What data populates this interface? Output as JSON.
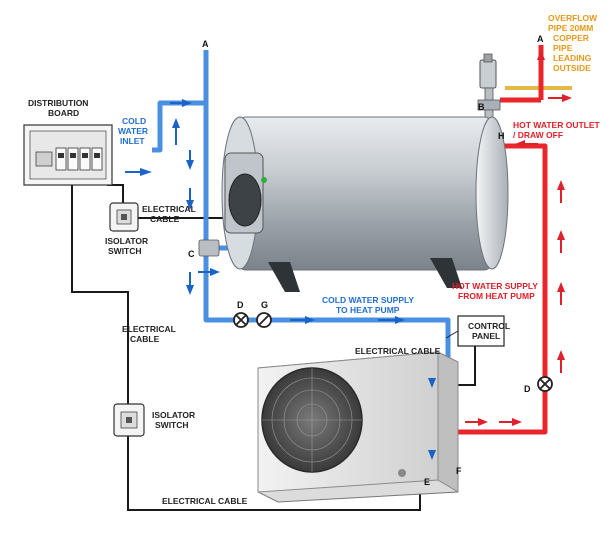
{
  "labels": {
    "distribution_board_1": "DISTRIBUTION",
    "distribution_board_2": "BOARD",
    "cold_water_inlet_1": "COLD",
    "cold_water_inlet_2": "WATER",
    "cold_water_inlet_3": "INLET",
    "electrical_cable_top_1": "ELECTRICAL",
    "electrical_cable_top_2": "CABLE",
    "isolator_switch_top_1": "ISOLATOR",
    "isolator_switch_top_2": "SWITCH",
    "electrical_cable_mid_1": "ELECTRICAL",
    "electrical_cable_mid_2": "CABLE",
    "isolator_switch_bottom_1": "ISOLATOR",
    "isolator_switch_bottom_2": "SWITCH",
    "electrical_cable_bottom": "ELECTRICAL CABLE",
    "electrical_cable_right": "ELECTRICAL CABLE",
    "cold_water_supply_1": "COLD WATER SUPPLY",
    "cold_water_supply_2": "TO HEAT PUMP",
    "control_panel_1": "CONTROL",
    "control_panel_2": "PANEL",
    "hot_water_supply_1": "HOT WATER SUPPLY",
    "hot_water_supply_2": "FROM HEAT PUMP",
    "hot_water_outlet_1": "HOT WATER OUTLET",
    "hot_water_outlet_2": "/ DRAW OFF",
    "overflow_1": "OVERFLOW",
    "overflow_2": "PIPE 20MM",
    "overflow_3": "COPPER",
    "overflow_4": "PIPE",
    "overflow_5": "LEADING",
    "overflow_6": "OUTSIDE"
  },
  "letters": {
    "a_left": "A",
    "a_right": "A",
    "b": "B",
    "h": "H",
    "c": "C",
    "d_left": "D",
    "g": "G",
    "d_right": "D",
    "e": "E",
    "f": "F"
  },
  "colors": {
    "cold_pipe": "#4a8fe0",
    "hot_pipe": "#e8262c",
    "arrow_blue": "#1c63c8",
    "arrow_red": "#e0202a",
    "cable": "#1a1a1a",
    "overflow_pipe": "#e5b64a"
  }
}
